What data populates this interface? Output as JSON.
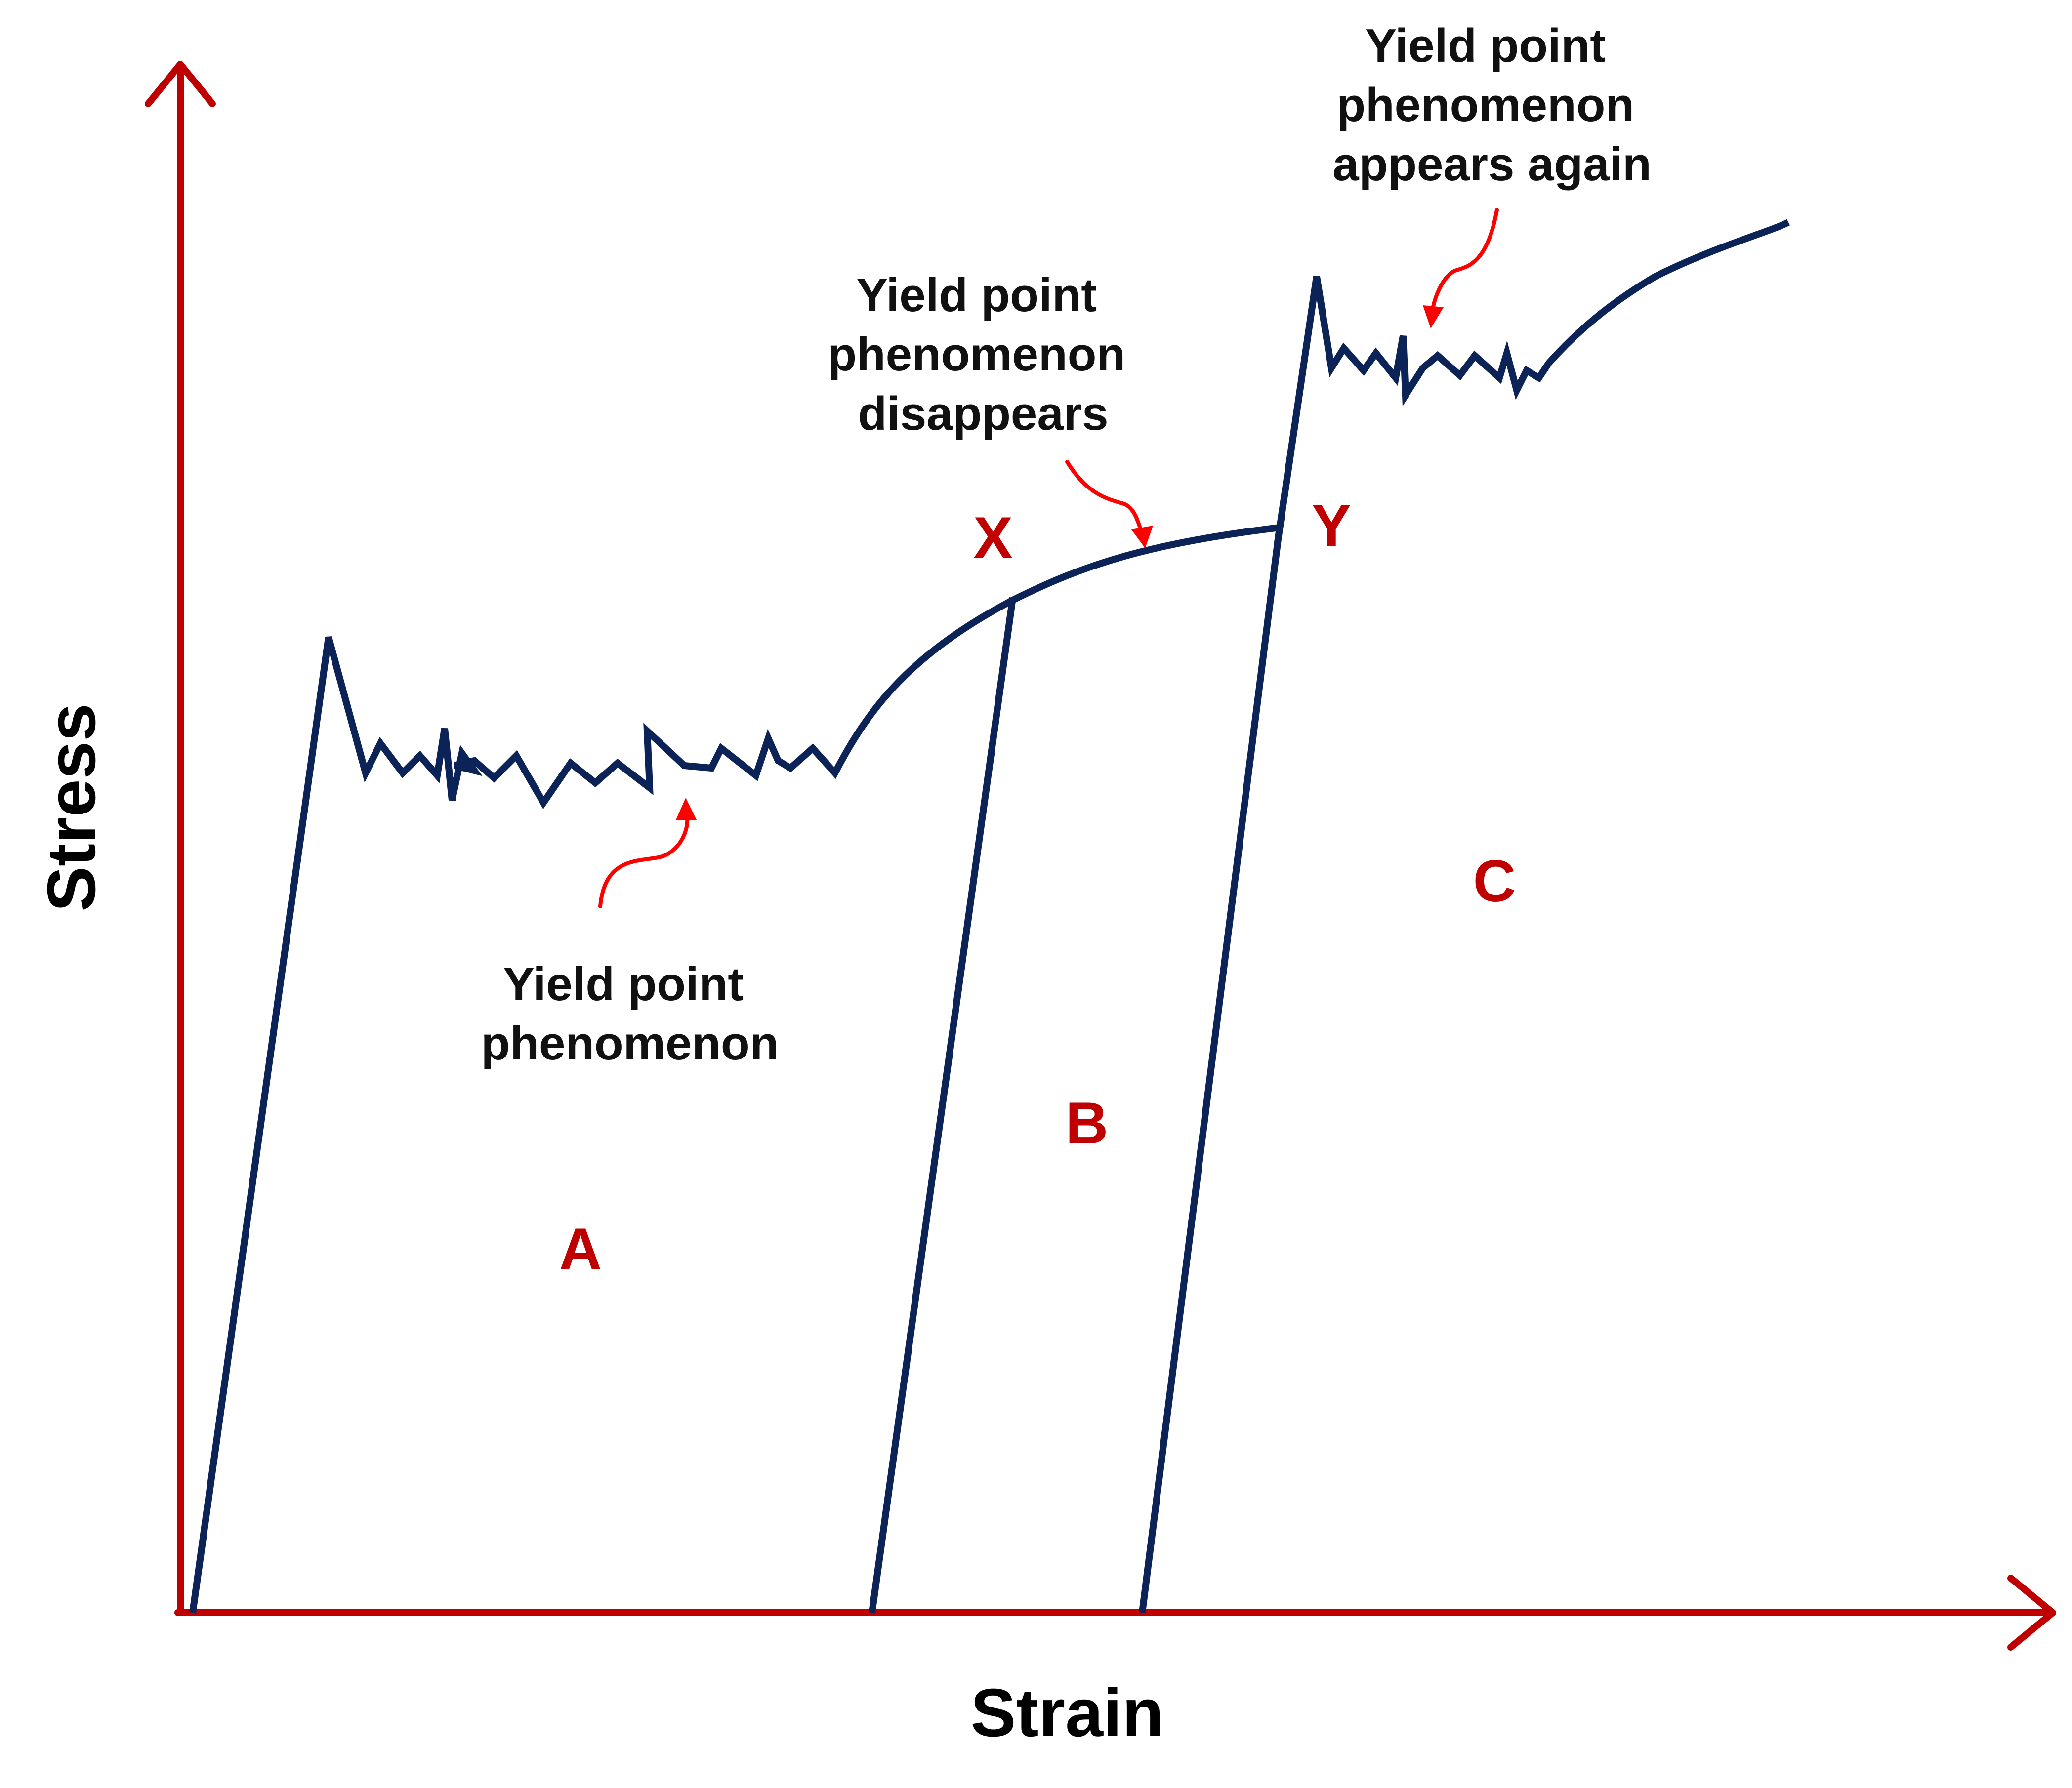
{
  "axes": {
    "x_title": "Strain",
    "y_title": "Stress",
    "axis_color": "#c00000"
  },
  "curve_color": "#0c2357",
  "label_color": "#c00000",
  "arrow_color": "#ff0000",
  "region_labels": {
    "a": "A",
    "b": "B",
    "c": "C"
  },
  "point_labels": {
    "x": "X",
    "y": "Y"
  },
  "annotations": {
    "yield_point": [
      "Yield point",
      "phenomenon"
    ],
    "disappears": [
      "Yield point",
      "phenomenon",
      "disappears"
    ],
    "appears_again": [
      "Yield point",
      "phenomenon",
      "appears again"
    ]
  }
}
